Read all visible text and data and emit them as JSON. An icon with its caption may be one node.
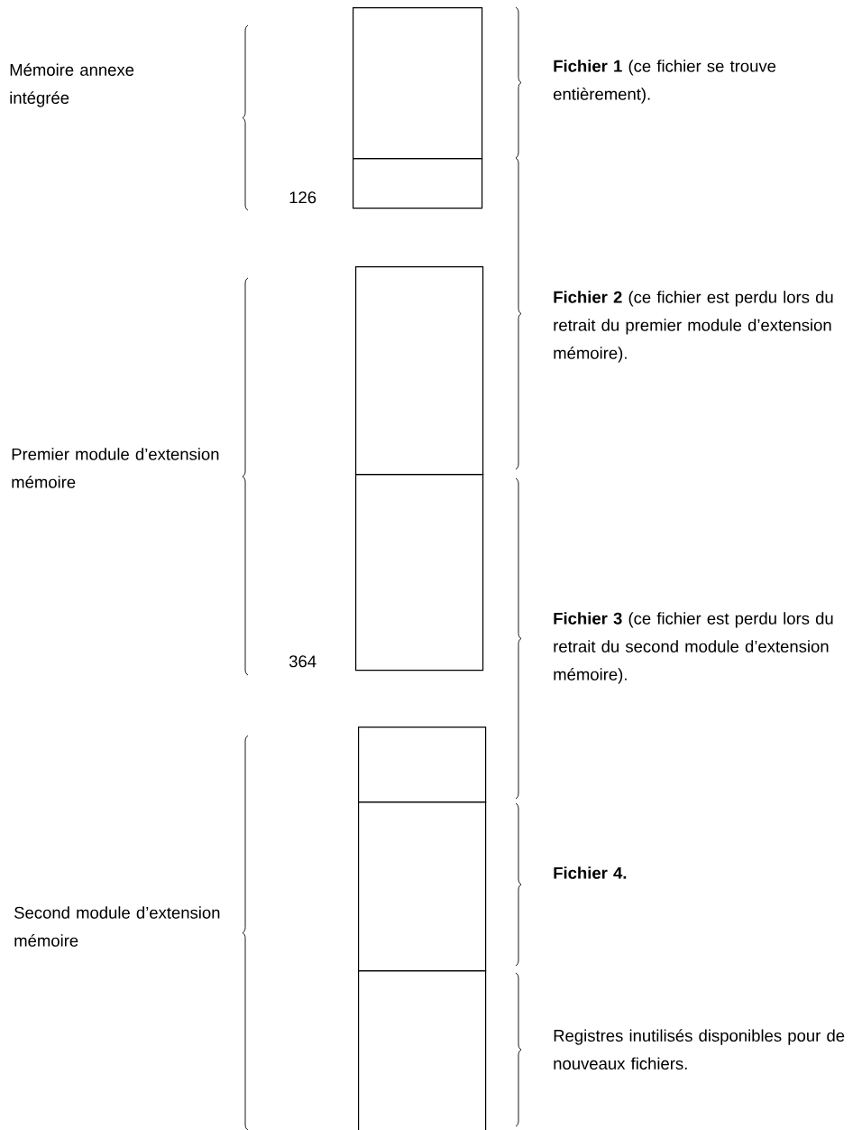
{
  "diagram": {
    "nodes": [
      {
        "text": [],
        "shape": "box"
      },
      {
        "text": [],
        "shape": "box"
      },
      {
        "text": [],
        "shape": "box"
      },
      {
        "text": [],
        "shape": "box"
      },
      {
        "text": [],
        "shape": "box"
      },
      {
        "text": [],
        "shape": "box"
      },
      {
        "text": [],
        "shape": "box"
      }
    ],
    "edges": [],
    "labels": [
      "Mémoire annexe intégrée",
      "**Fichier 1** (ce fichier se trouve entièrement).",
      "126",
      "**Fichier 2** (ce fichier est perdu lors du retrait du premier module d’extension mémoire).",
      "Premier module d’extension mémoire",
      "364",
      "**Fichier 3** (ce fichier est perdu lors du retrait du second module d’extension mémoire).",
      "**Fichier 4.**",
      "Second module d’extension mémoire",
      "Registres inutilisés disponibles pour de nouveaux fichiers."
    ]
  }
}
